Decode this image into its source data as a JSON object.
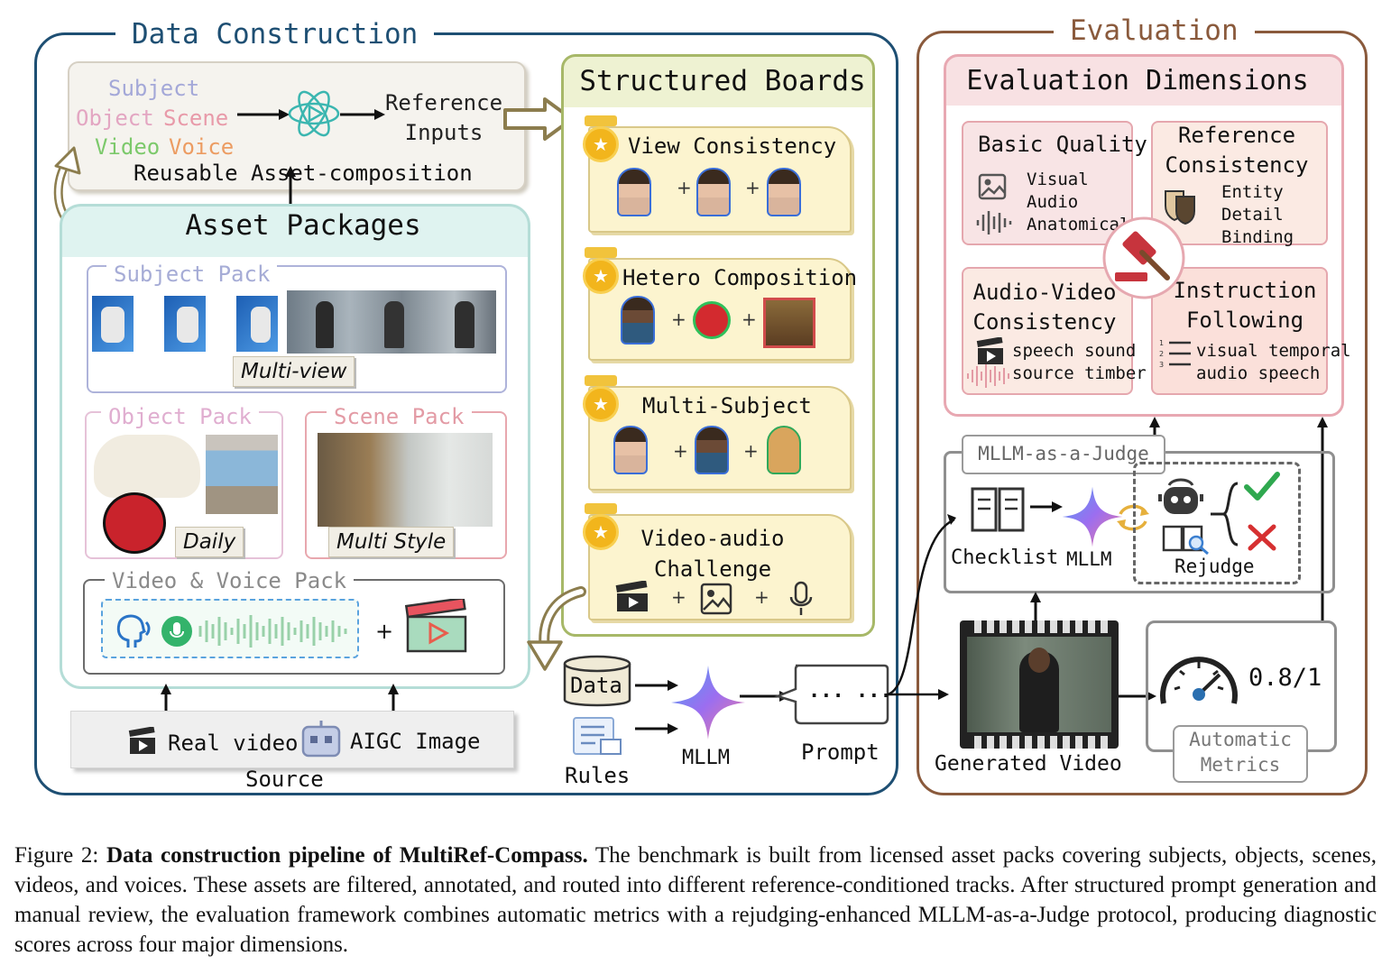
{
  "data_construction": {
    "title": "Data Construction",
    "top_box": {
      "sources": [
        "Subject",
        "Object",
        "Scene",
        "Video",
        "Voice"
      ],
      "output": "Reference Inputs",
      "caption": "Reusable Asset-composition"
    },
    "asset_packages": {
      "title": "Asset Packages",
      "subject_pack": {
        "title": "Subject Pack",
        "tag": "Multi-view"
      },
      "object_pack": {
        "title": "Object Pack",
        "tag": "Daily"
      },
      "scene_pack": {
        "title": "Scene Pack",
        "tag": "Multi Style"
      },
      "video_voice_pack": {
        "title": "Video & Voice Pack",
        "plus": "+"
      }
    },
    "source": {
      "title": "Source",
      "real_video": "Real video",
      "aigc_image": "AIGC Image"
    },
    "structured_boards": {
      "title": "Structured Boards",
      "boards": [
        {
          "label": "View Consistency"
        },
        {
          "label": "Hetero Composition"
        },
        {
          "label": "Multi-Subject"
        },
        {
          "label": "Video-audio Challenge"
        }
      ],
      "plus": "+"
    },
    "prompt_pipeline": {
      "data": "Data",
      "rules": "Rules",
      "mllm": "MLLM",
      "prompt": "Prompt",
      "prompt_bubble": "... ..."
    }
  },
  "evaluation": {
    "title": "Evaluation",
    "dimensions": {
      "title": "Evaluation Dimensions",
      "basic_quality": {
        "title": "Basic Quality",
        "items": [
          "Visual",
          "Audio",
          "Anatomical"
        ]
      },
      "reference_consistency": {
        "title_line1": "Reference",
        "title_line2": "Consistency",
        "items": [
          "Entity",
          "Detail",
          "Binding"
        ]
      },
      "audio_video_consistency": {
        "title_line1": "Audio-Video",
        "title_line2": "Consistency",
        "items": [
          "speech sound",
          "source timber"
        ]
      },
      "instruction_following": {
        "title_line1": "Instruction",
        "title_line2": "Following",
        "items": [
          "visual  temporal",
          "audio  speech"
        ]
      }
    },
    "judge": {
      "title": "MLLM-as-a-Judge",
      "checklist": "Checklist",
      "mllm": "MLLM",
      "rejudge": "Rejudge"
    },
    "generated_video": "Generated Video",
    "automatic_metrics": {
      "score": "0.8/1",
      "label_line1": "Automatic",
      "label_line2": "Metrics"
    }
  },
  "caption": {
    "figure_label": "Figure 2: ",
    "bold": "Data construction pipeline of MultiRef-Compass.",
    "text": " The benchmark is built from licensed asset packs covering subjects, objects, scenes, videos, and voices. These assets are filtered, annotated, and routed into different reference-conditioned tracks. After structured prompt generation and manual review, the evaluation framework combines automatic metrics with a rejudging-enhanced MLLM-as-a-Judge protocol, producing diagnostic scores across four major dimensions."
  },
  "colors": {
    "data_border": "#1e4f73",
    "eval_border": "#8a5a3c",
    "boards_bg": "#f2f5dc",
    "boards_border": "#a7b868",
    "asset_bg": "#dff3f0",
    "dims_bg": "#f8e1e3"
  }
}
